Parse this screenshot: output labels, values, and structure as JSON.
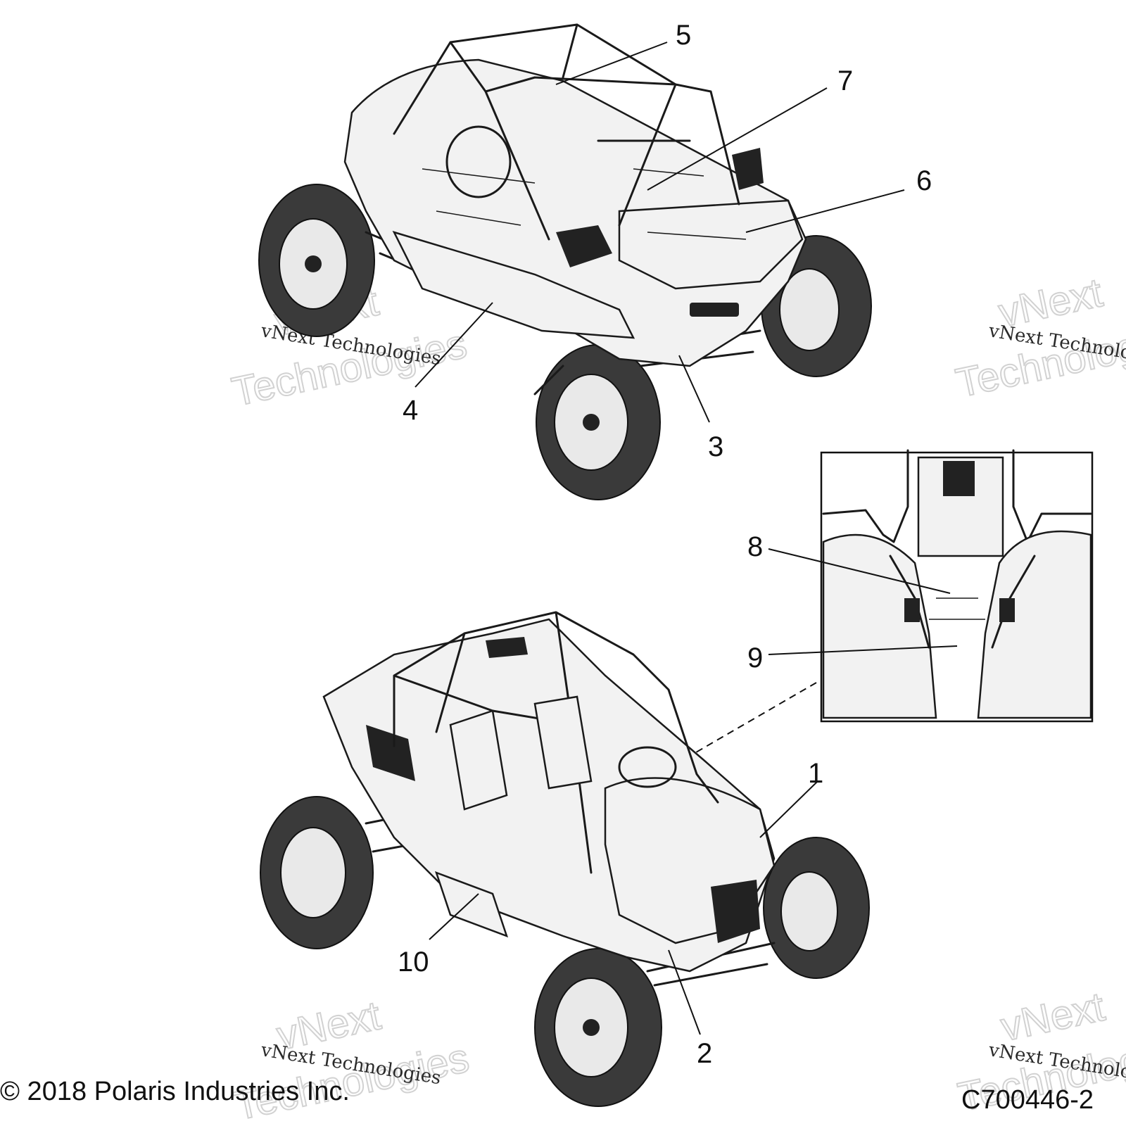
{
  "callouts": [
    "1",
    "2",
    "3",
    "4",
    "5",
    "6",
    "7",
    "8",
    "9",
    "10"
  ],
  "watermark": {
    "line1": "vNext Technologies",
    "line2": "vNext",
    "line3": "Technologies"
  },
  "footer": {
    "copyright": "© 2018 Polaris Industries Inc.",
    "code": "C700446-2"
  },
  "colors": {
    "ink": "#1a1a1a",
    "panel_fill": "#f2f2f2",
    "tire": "#3a3a3a"
  }
}
